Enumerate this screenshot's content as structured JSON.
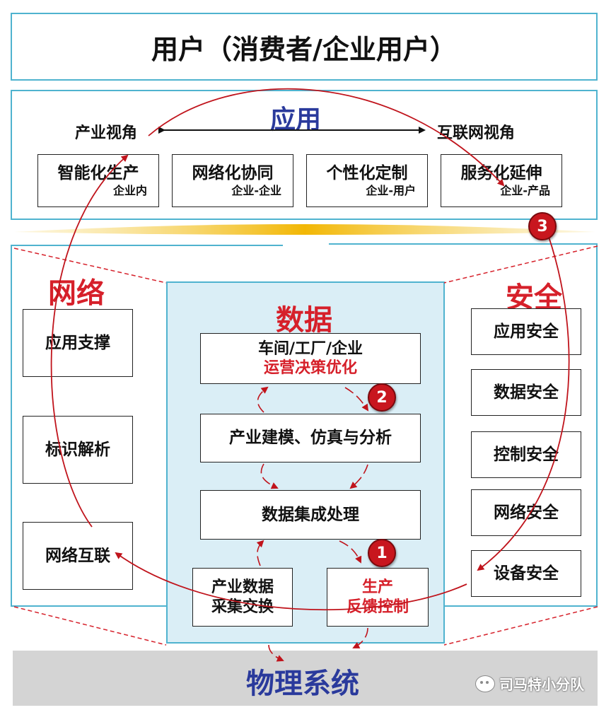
{
  "user_layer": {
    "title": "用户（消费者/企业用户）"
  },
  "application": {
    "title": "应用",
    "left_view": "产业视角",
    "right_view": "互联网视角",
    "items": [
      {
        "label": "智能化生产",
        "sub": "企业内"
      },
      {
        "label": "网络化协同",
        "sub": "企业-企业"
      },
      {
        "label": "个性化定制",
        "sub": "企业-用户"
      },
      {
        "label": "服务化延伸",
        "sub": "企业-产品"
      }
    ]
  },
  "network": {
    "title": "网络",
    "items": [
      "应用支撑",
      "标识解析",
      "网络互联"
    ]
  },
  "data": {
    "title": "数据",
    "top_line1": "车间/工厂/企业",
    "top_line2": "运营决策优化",
    "modeling": "产业建模、仿真与分析",
    "integration": "数据集成处理",
    "collect_line1": "产业数据",
    "collect_line2": "采集交换",
    "feedback_line1": "生产",
    "feedback_line2": "反馈控制"
  },
  "security": {
    "title": "安全",
    "items": [
      "应用安全",
      "数据安全",
      "控制安全",
      "网络安全",
      "设备安全"
    ]
  },
  "physical": {
    "title": "物理系统"
  },
  "badges": [
    "1",
    "2",
    "3"
  ],
  "watermark": {
    "text": "司马特小分队"
  },
  "colors": {
    "frame": "#4fb3cf",
    "accent_red": "#d6202a",
    "title_blue": "#2a3a9c",
    "data_bg": "#daeef6",
    "physical_bg": "#d4d4d4",
    "gold": "#f2b705"
  }
}
